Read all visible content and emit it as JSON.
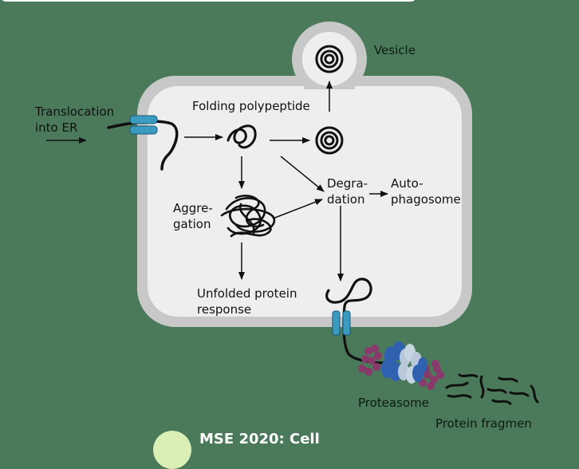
{
  "labels": {
    "translocation_line1": "Translocation",
    "translocation_line2": "into ER",
    "folding": "Folding polypeptide",
    "vesicle": "Vesicle",
    "aggregation_line1": "Aggre-",
    "aggregation_line2": "gation",
    "degradation_line1": "Degra-",
    "degradation_line2": "dation",
    "autophagosome_line1": "Auto-",
    "autophagosome_line2": "phagosome",
    "upr_line1": "Unfolded protein",
    "upr_line2": "response",
    "proteasome": "Proteasome",
    "fragments": "Protein fragmen"
  },
  "footer": {
    "title": "MSE 2020: Cell"
  },
  "colors": {
    "background": "#4a7a5a",
    "cell_fill": "#eeeeee",
    "cell_border": "#c8c8c8",
    "translocon": "#3a9ac0",
    "proteasome_core": "#b8c8d8",
    "proteasome_blue": "#3060b0",
    "proteasome_cap": "#8a3a6a"
  }
}
